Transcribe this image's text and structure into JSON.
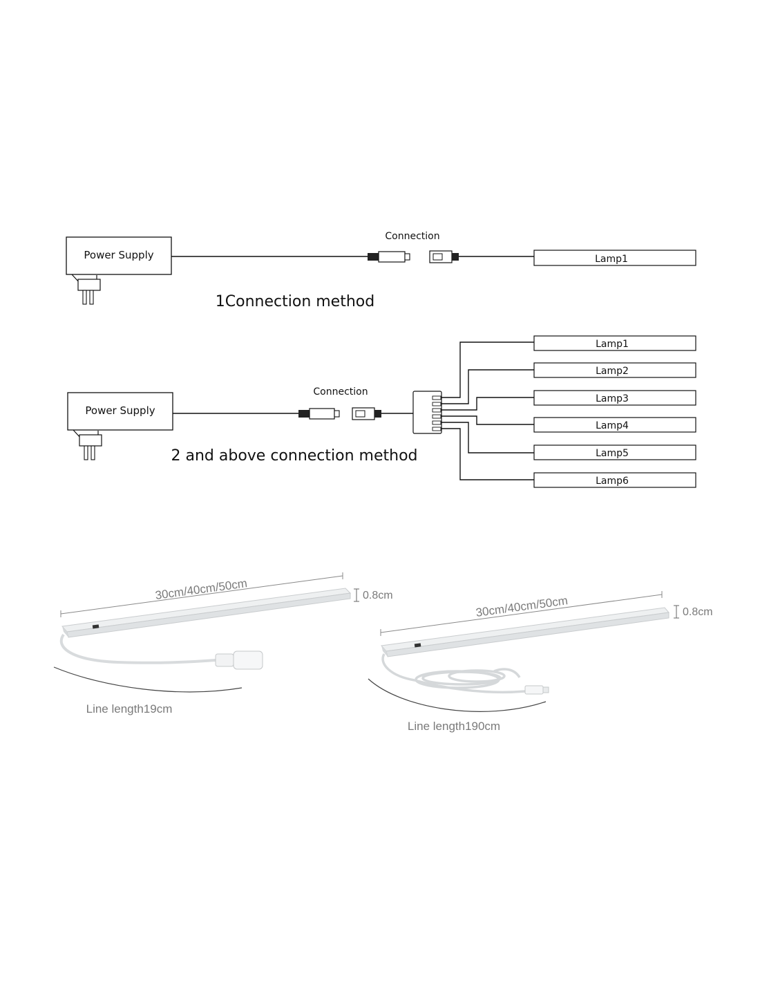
{
  "diagram1": {
    "power_supply_label": "Power Supply",
    "connection_label": "Connection",
    "lamp_label": "Lamp1",
    "caption": "1Connection method"
  },
  "diagram2": {
    "power_supply_label": "Power Supply",
    "connection_label": "Connection",
    "lamps": [
      "Lamp1",
      "Lamp2",
      "Lamp3",
      "Lamp4",
      "Lamp5",
      "Lamp6"
    ],
    "caption": "2 and above connection method"
  },
  "product_left": {
    "length_label": "30cm/40cm/50cm",
    "height_label": "0.8cm",
    "line_length_label": "Line length19cm"
  },
  "product_right": {
    "length_label": "30cm/40cm/50cm",
    "height_label": "0.8cm",
    "line_length_label": "Line length190cm"
  },
  "colors": {
    "line": "#111111",
    "dimension_text": "#7a7a7a",
    "bar_fill": "#eef0f1",
    "bar_edge": "#c9ccce"
  }
}
